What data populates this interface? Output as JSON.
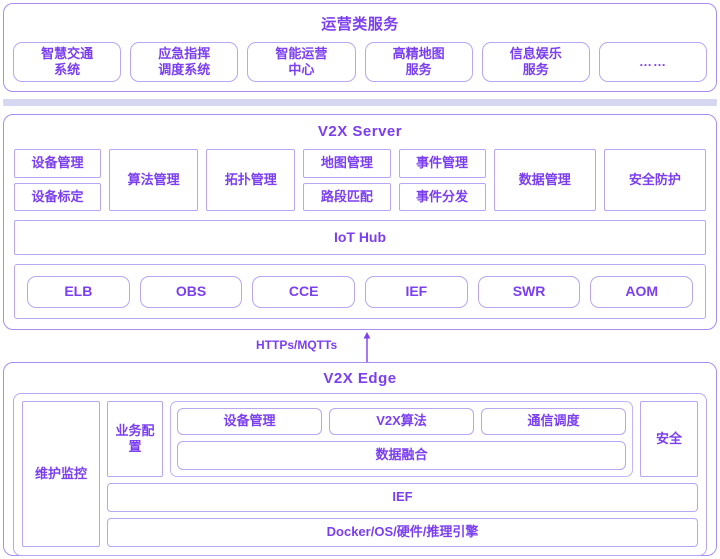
{
  "colors": {
    "accent": "#7b3ff2",
    "border": "#b9a6f2",
    "panel_border": "#a98df0",
    "separator": "#d5d8f0",
    "background": "#ffffff"
  },
  "operations": {
    "title": "运营类服务",
    "services": [
      {
        "label": "智慧交通\n系统",
        "line1": "智慧交通",
        "line2": "系统"
      },
      {
        "label": "应急指挥\n调度系统",
        "line1": "应急指挥",
        "line2": "调度系统"
      },
      {
        "label": "智能运营\n中心",
        "line1": "智能运营",
        "line2": "中心"
      },
      {
        "label": "高精地图\n服务",
        "line1": "高精地图",
        "line2": "服务"
      },
      {
        "label": "信息娱乐\n服务",
        "line1": "信息娱乐",
        "line2": "服务"
      },
      {
        "label": "……",
        "line1": "……",
        "line2": ""
      }
    ]
  },
  "server": {
    "title": "V2X Server",
    "modules": [
      {
        "type": "stack",
        "items": [
          "设备管理",
          "设备标定"
        ]
      },
      {
        "type": "single",
        "items": [
          "算法管理"
        ]
      },
      {
        "type": "single",
        "items": [
          "拓扑管理"
        ]
      },
      {
        "type": "stack",
        "items": [
          "地图管理",
          "路段匹配"
        ]
      },
      {
        "type": "stack",
        "items": [
          "事件管理",
          "事件分发"
        ]
      },
      {
        "type": "single",
        "items": [
          "数据管理"
        ]
      },
      {
        "type": "single",
        "items": [
          "安全防护"
        ]
      }
    ],
    "iot_hub": "IoT Hub",
    "cloud_services": [
      "ELB",
      "OBS",
      "CCE",
      "IEF",
      "SWR",
      "AOM"
    ]
  },
  "link": {
    "protocol_label": "HTTPs/MQTTs",
    "direction": "up"
  },
  "edge": {
    "title": "V2X Edge",
    "maintenance": "维护监控",
    "business_config": "业务配置",
    "functions_top": [
      "设备管理",
      "V2X算法",
      "通信调度"
    ],
    "functions_bottom": "数据融合",
    "security": "安全",
    "ief": "IEF",
    "base": "Docker/OS/硬件/推理引擎"
  }
}
